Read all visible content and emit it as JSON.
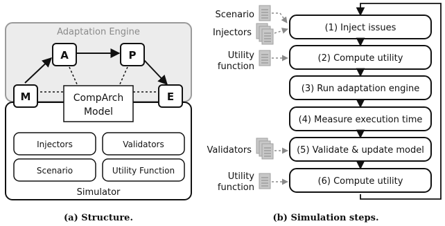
{
  "structure": {
    "adaptation_engine": "Adaptation Engine",
    "nodes": {
      "a": "A",
      "p": "P",
      "m": "M",
      "e": "E"
    },
    "comparch_line1": "CompArch",
    "comparch_line2": "Model",
    "simulator_items": [
      "Injectors",
      "Validators",
      "Scenario",
      "Utility Function"
    ],
    "simulator": "Simulator",
    "caption": "(a) Structure."
  },
  "steps": {
    "list": [
      "(1) Inject issues",
      "(2) Compute utility",
      "(3) Run adaptation engine",
      "(4) Measure execution time",
      "(5) Validate & update model",
      "(6) Compute utility"
    ],
    "inputs": {
      "scenario": "Scenario",
      "injectors": "Injectors",
      "utility1_line1": "Utility",
      "utility1_line2": "function",
      "validators": "Validators",
      "utility2_line1": "Utility",
      "utility2_line2": "function"
    },
    "caption": "(b) Simulation steps."
  },
  "colors": {
    "engine_border": "#9a9a9a",
    "engine_text": "#8a8a8a",
    "doc_icon": "#c8c8c8",
    "dashed_arrow": "#8a8a8a"
  }
}
